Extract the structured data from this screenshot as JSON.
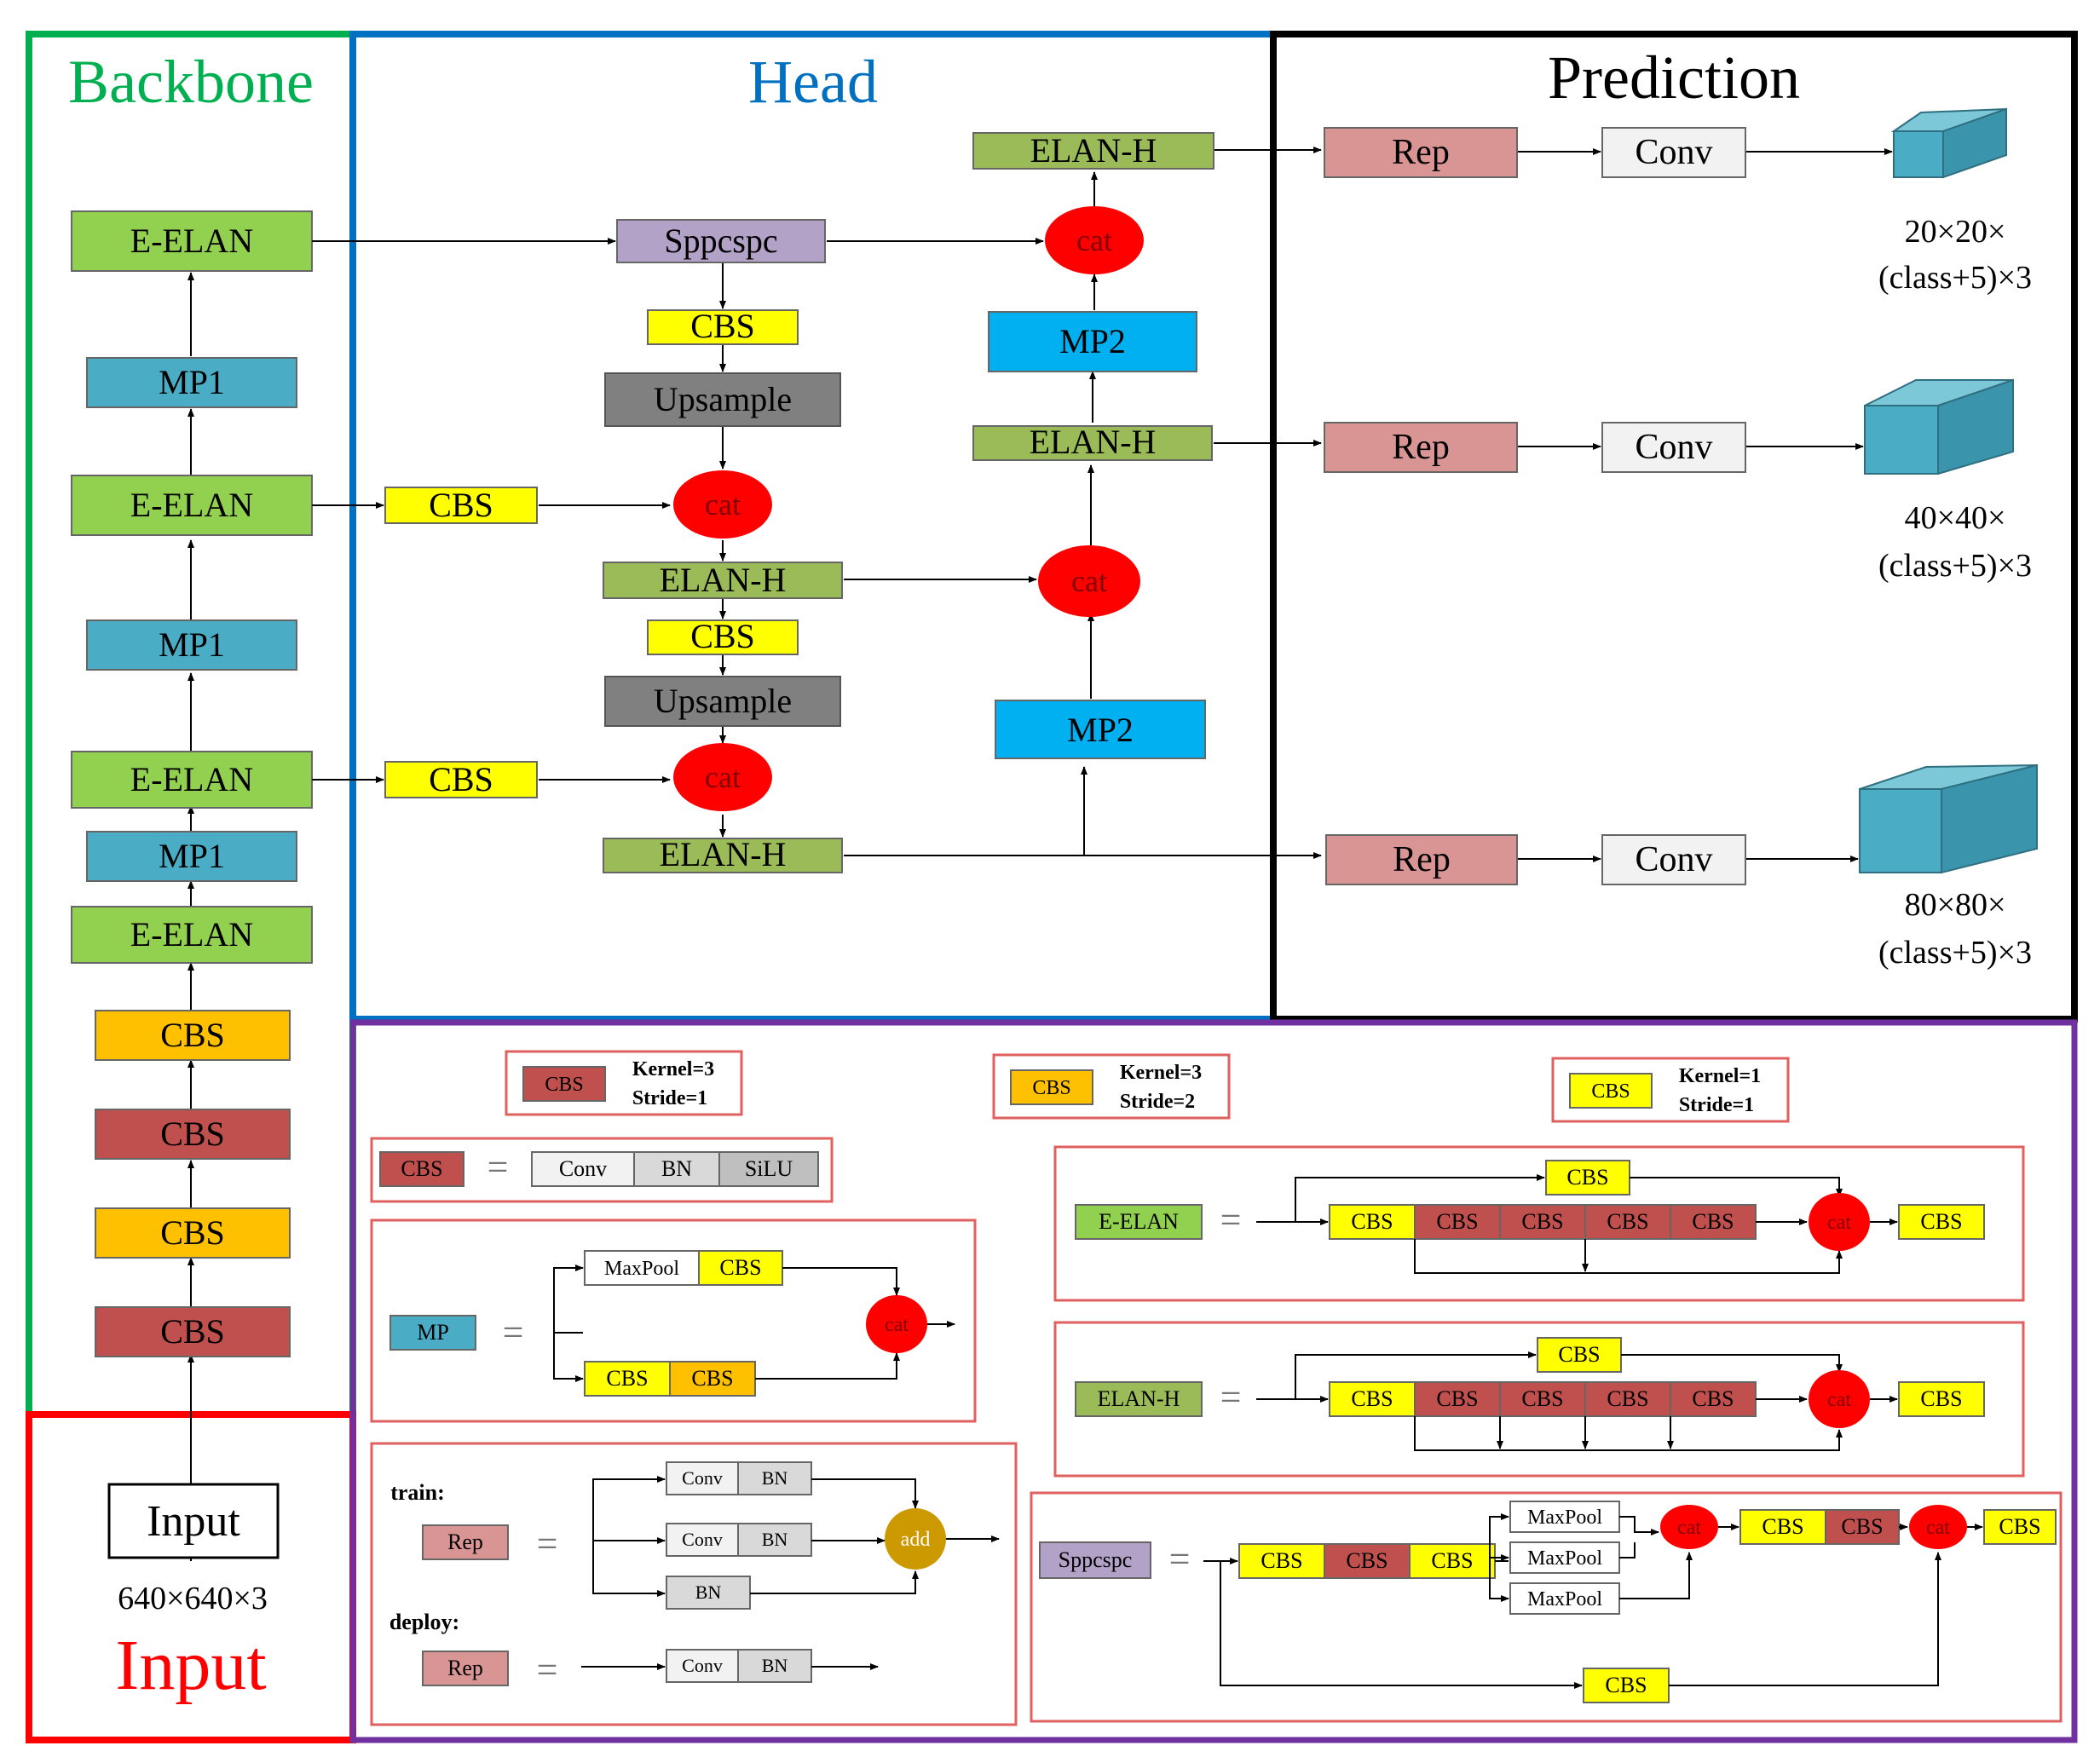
{
  "sections": {
    "backbone": "Backbone",
    "head": "Head",
    "prediction": "Prediction",
    "input": "Input"
  },
  "colors": {
    "backbone_border": "#00b050",
    "head_border": "#0070c0",
    "prediction_border": "#000000",
    "input_border": "#ff0000",
    "legend_border": "#7030a0",
    "green_block": "#92d050",
    "olive_block": "#9bbb59",
    "teal_block": "#4bacc6",
    "cyan_block": "#00b0f0",
    "orange_block": "#ffc000",
    "darkred_block": "#c0504d",
    "yellow_block": "#ffff00",
    "purple_block": "#b3a2c7",
    "gray_block": "#808080",
    "pink_block": "#d99594",
    "light_block": "#f2f2f2",
    "lightgray_block": "#d9d9d9",
    "cat": "#ff0000",
    "add": "#cc9900",
    "cube": "#4bacc6"
  },
  "backbone": {
    "blocks": [
      "E-ELAN",
      "MP1",
      "E-ELAN",
      "MP1",
      "E-ELAN",
      "MP1",
      "E-ELAN",
      "CBS",
      "CBS",
      "CBS",
      "CBS"
    ]
  },
  "input": {
    "box": "Input",
    "size": "640×640×3"
  },
  "head": {
    "sppcspc": "Sppcspc",
    "cbs": "CBS",
    "upsample": "Upsample",
    "cat": "cat",
    "elanh": "ELAN-H",
    "mp2": "MP2"
  },
  "prediction": {
    "rep": "Rep",
    "conv": "Conv",
    "outputs": [
      {
        "line1": "20×20×",
        "line2": "(class+5)×3"
      },
      {
        "line1": "40×40×",
        "line2": "(class+5)×3"
      },
      {
        "line1": "80×80×",
        "line2": "(class+5)×3"
      }
    ]
  },
  "legend": {
    "kernel3_stride1": {
      "block": "CBS",
      "line1": "Kernel=3",
      "line2": "Stride=1"
    },
    "kernel3_stride2": {
      "block": "CBS",
      "line1": "Kernel=3",
      "line2": "Stride=2"
    },
    "kernel1_stride1": {
      "block": "CBS",
      "line1": "Kernel=1",
      "line2": "Stride=1"
    },
    "cbs_def": {
      "lhs": "CBS",
      "eq": "=",
      "parts": [
        "Conv",
        "BN",
        "SiLU"
      ]
    },
    "mp_def": {
      "lhs": "MP",
      "eq": "=",
      "maxpool": "MaxPool",
      "cbs": "CBS",
      "cat": "cat"
    },
    "rep_def": {
      "train": "train:",
      "deploy": "deploy:",
      "lhs": "Rep",
      "eq": "=",
      "conv": "Conv",
      "bn": "BN",
      "add": "add"
    },
    "eelan_def": {
      "lhs": "E-ELAN",
      "eq": "=",
      "cbs": "CBS",
      "cat": "cat"
    },
    "elanh_def": {
      "lhs": "ELAN-H",
      "eq": "=",
      "cbs": "CBS",
      "cat": "cat"
    },
    "sppcspc_def": {
      "lhs": "Sppcspc",
      "eq": "=",
      "cbs": "CBS",
      "maxpool": "MaxPool",
      "cat": "cat"
    }
  }
}
